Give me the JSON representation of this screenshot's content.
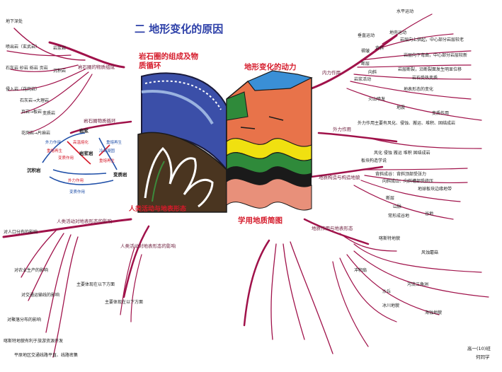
{
  "title": "二 地形变化的原因",
  "headers": {
    "rock_cycle": "岩石圈的组成及物质循环",
    "dynamics": "地形变化的动力",
    "human": "人类活动与地表形态",
    "sections": "学用地质简图"
  },
  "left_top": {
    "main_branch": "岩石圈的物质组成",
    "items": [
      "地下深处",
      "岩浆岩",
      "喷出岩（玄武岩）",
      "侵入岩（花岗岩）",
      "沉积岩",
      "石灰岩 砂岩 砾岩 页岩",
      "变质岩",
      "石灰岩→大理岩",
      "页岩→板岩",
      "花岗岩→片麻岩"
    ]
  },
  "left_mid_branch": "岩石圈物质循环",
  "cycle": {
    "center": [
      "岩浆",
      "高温熔化"
    ],
    "nodes": [
      "岩浆岩",
      "沉积岩",
      "变质岩"
    ],
    "blue_labels": [
      "外力作用",
      "冷却凝固",
      "重熔再生",
      "变质作用"
    ],
    "red_labels": [
      "重熔再生",
      "变质作用",
      "重熔再生",
      "外力作用"
    ]
  },
  "left_bottom": {
    "branch_a": "人类活动对地表形态的影响",
    "items_a": [
      "对人口分布的影响",
      "对农业生产的影响",
      "对交通运输线的影响",
      "对聚落分布的影响",
      "喀斯特地貌有利于旅游资源开发",
      "平原地区交通线路平直、线路密集"
    ],
    "branch_b": "人类活动对地表形态的影响",
    "items_b": [
      "主要体现在以下方面",
      "主要体现在以下方面"
    ]
  },
  "right_top": {
    "main_branch": "内力作用",
    "items": [
      "水平运动",
      "垂直运动",
      "地壳运动",
      "褶皱",
      "背斜",
      "向斜",
      "断层",
      "岩层向上拱起，中心部分岩层较老",
      "岩层向下弯曲，中心部分岩层较新",
      "岩层断裂，沿断裂面发生明显位移",
      "岩石受热变质",
      "地表形态的变化",
      "岩浆活动",
      "火山喷发",
      "地震",
      "变质作用"
    ],
    "sub_branch": "外力作用",
    "sub_items": [
      "外力作用主要有风化、侵蚀、搬运、堆积、固结成岩",
      "风化 侵蚀 搬运 堆积 固结成岩"
    ]
  },
  "right_bottom": {
    "branch_a": "地质构造与构造地貌",
    "items_a": [
      "背斜成谷：背斜顶部受张力",
      "向斜成山：向斜槽部受挤压",
      "断层",
      "常形成谷地",
      "板块构造学说",
      "地球板块边缘地带",
      "山脉",
      "谷地"
    ],
    "branch_b": "地质作用与地表形态",
    "items_b": [
      "喀斯特地貌",
      "风蚀蘑菇",
      "冲积扇",
      "河流三角洲",
      "沙丘",
      "冰川地貌",
      "海蚀地貌"
    ]
  },
  "signature": [
    "高一(10)班",
    "何同学"
  ],
  "palette": {
    "title": "#2c3fa8",
    "header": "#d51a2a",
    "branch": "#a0124a",
    "cycle_blue": "#1f4fa8",
    "cycle_red": "#d51a2a"
  }
}
